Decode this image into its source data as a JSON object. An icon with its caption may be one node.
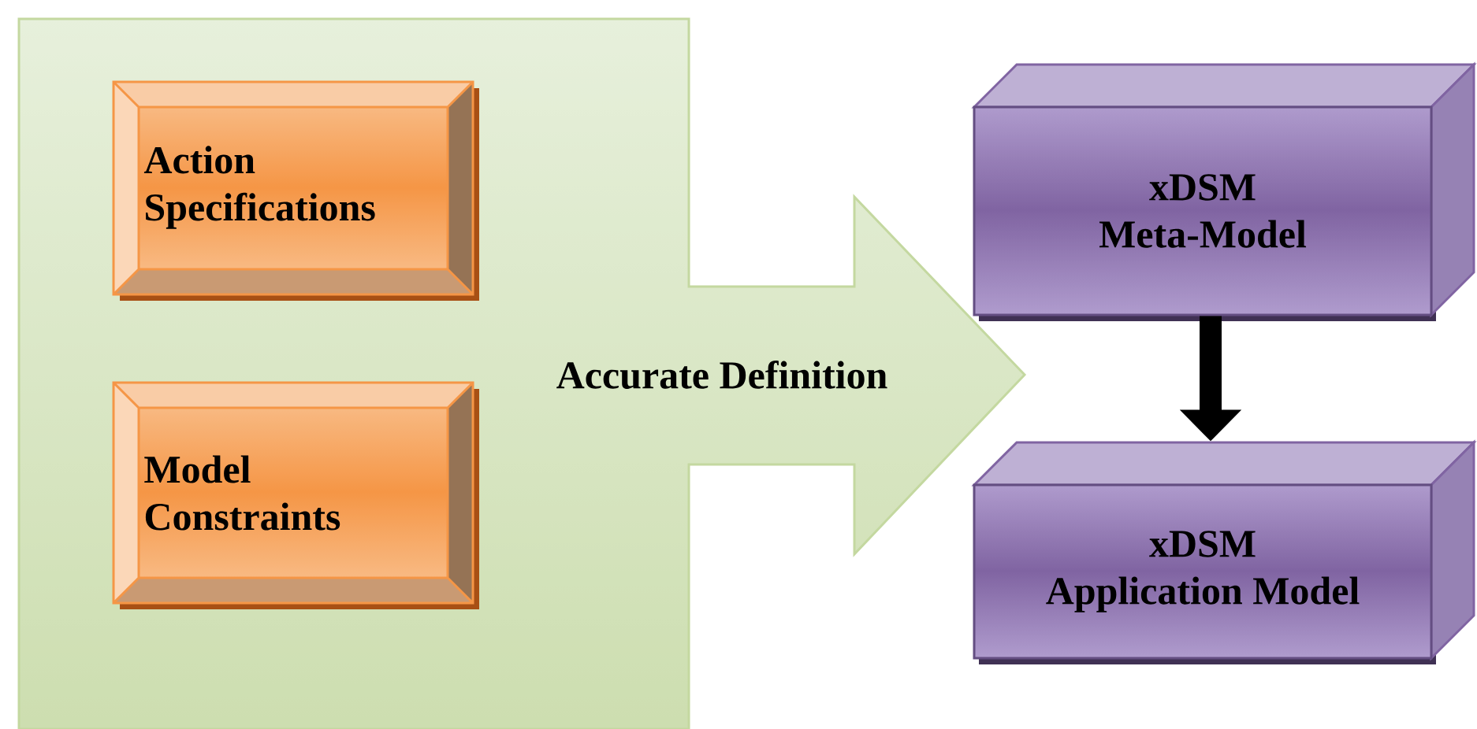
{
  "diagram": {
    "nodes": [
      {
        "text": [
          "Accurate Definition"
        ]
      },
      {
        "text": [
          "Action Specifications"
        ],
        "in": 0
      },
      {
        "text": [
          "Model Constraints"
        ],
        "in": 0
      },
      {
        "text": [
          "xDSM",
          "Meta-Model"
        ]
      },
      {
        "text": [
          "xDSM",
          "Application Model"
        ]
      }
    ],
    "edges": [
      {
        "from": 3,
        "to": 4,
        "arrow": "to"
      }
    ]
  }
}
